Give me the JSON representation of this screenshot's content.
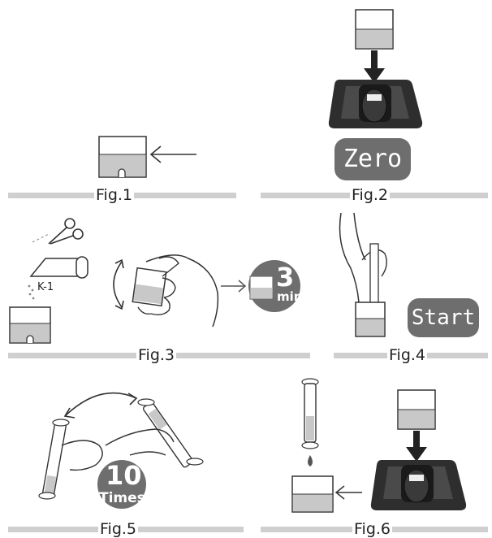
{
  "figures": [
    {
      "label": "Fig.1"
    },
    {
      "label": "Fig.2",
      "badge": "Zero"
    },
    {
      "label": "Fig.3",
      "reagent": "K-1",
      "timer_value": "3",
      "timer_unit": "min"
    },
    {
      "label": "Fig.4",
      "badge": "Start"
    },
    {
      "label": "Fig.5",
      "count_value": "10",
      "count_unit": "Times"
    },
    {
      "label": "Fig.6"
    }
  ],
  "colors": {
    "badge": "#6e6e6e",
    "meter_body": "#2e2e2e",
    "liquid": "#c8c8c8",
    "divider": "#cfcfcf"
  }
}
